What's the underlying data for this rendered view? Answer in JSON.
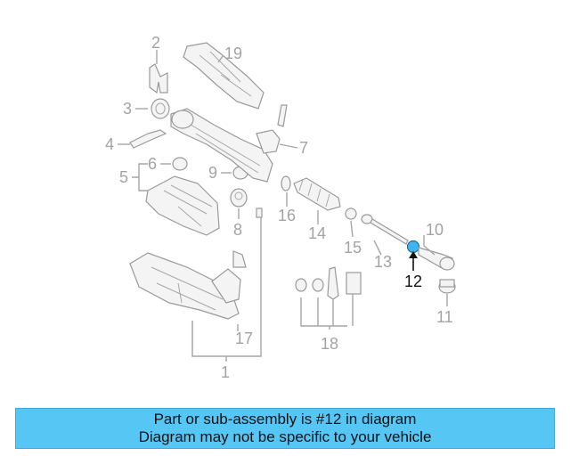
{
  "diagram": {
    "callouts": [
      {
        "id": "c1",
        "text": "1"
      },
      {
        "id": "c2",
        "text": "2"
      },
      {
        "id": "c3",
        "text": "3"
      },
      {
        "id": "c4",
        "text": "4"
      },
      {
        "id": "c5",
        "text": "5"
      },
      {
        "id": "c6",
        "text": "6"
      },
      {
        "id": "c7",
        "text": "7"
      },
      {
        "id": "c8",
        "text": "8"
      },
      {
        "id": "c9",
        "text": "9"
      },
      {
        "id": "c10",
        "text": "10"
      },
      {
        "id": "c11",
        "text": "11"
      },
      {
        "id": "c12",
        "text": "12"
      },
      {
        "id": "c13",
        "text": "13"
      },
      {
        "id": "c14",
        "text": "14"
      },
      {
        "id": "c15",
        "text": "15"
      },
      {
        "id": "c16",
        "text": "16"
      },
      {
        "id": "c17",
        "text": "17"
      },
      {
        "id": "c18",
        "text": "18"
      },
      {
        "id": "c19",
        "text": "19"
      }
    ],
    "highlight_part": "12",
    "highlight_color": "#3fb4ee",
    "label_color": "#a3a3a3"
  },
  "caption": {
    "line1": "Part or sub-assembly is #12 in diagram",
    "line2": "Diagram may not be specific to your vehicle",
    "background": "#56c6f5"
  }
}
